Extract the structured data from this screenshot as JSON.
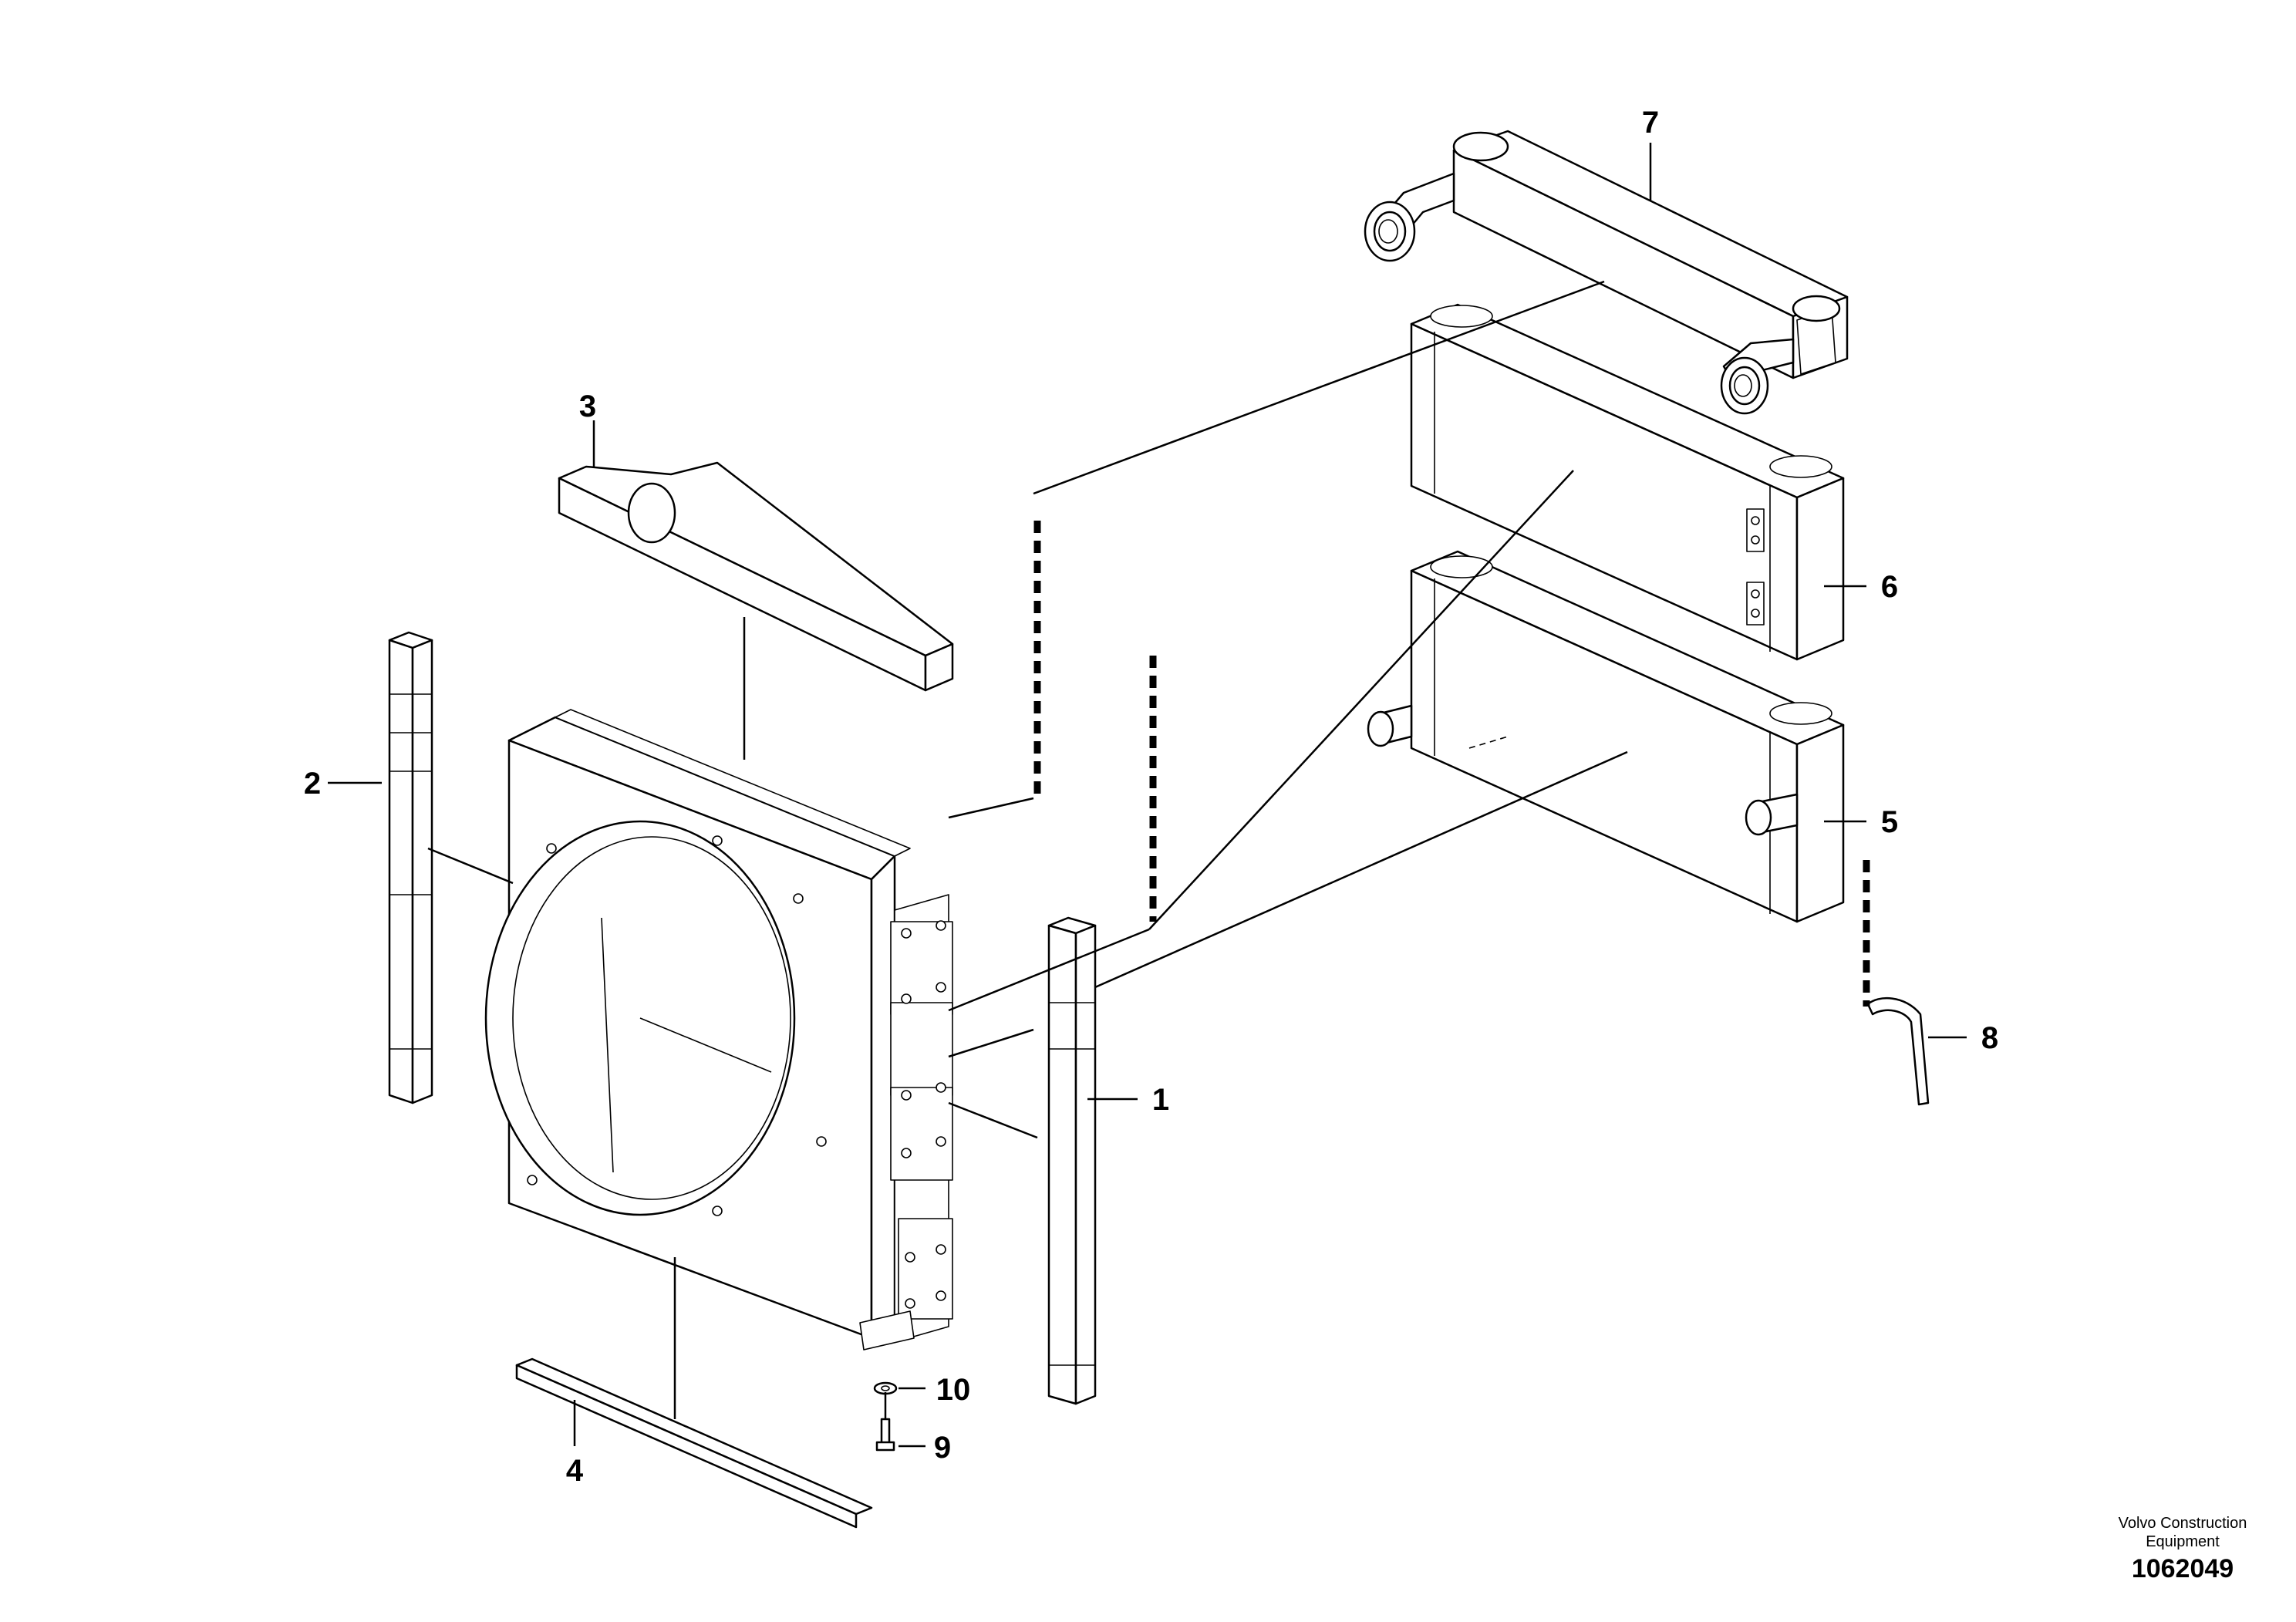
{
  "diagram": {
    "callouts": [
      "1",
      "2",
      "3",
      "4",
      "5",
      "6",
      "7",
      "8",
      "9",
      "10"
    ],
    "parts": [
      {
        "label": "1"
      },
      {
        "label": "2"
      },
      {
        "label": "3"
      },
      {
        "label": "4"
      },
      {
        "label": "5"
      },
      {
        "label": "6"
      },
      {
        "label": "7"
      },
      {
        "label": "8"
      },
      {
        "label": "9"
      },
      {
        "label": "10"
      }
    ]
  },
  "footer": {
    "company_line1": "Volvo Construction",
    "company_line2": "Equipment",
    "drawing_number": "1062049"
  }
}
